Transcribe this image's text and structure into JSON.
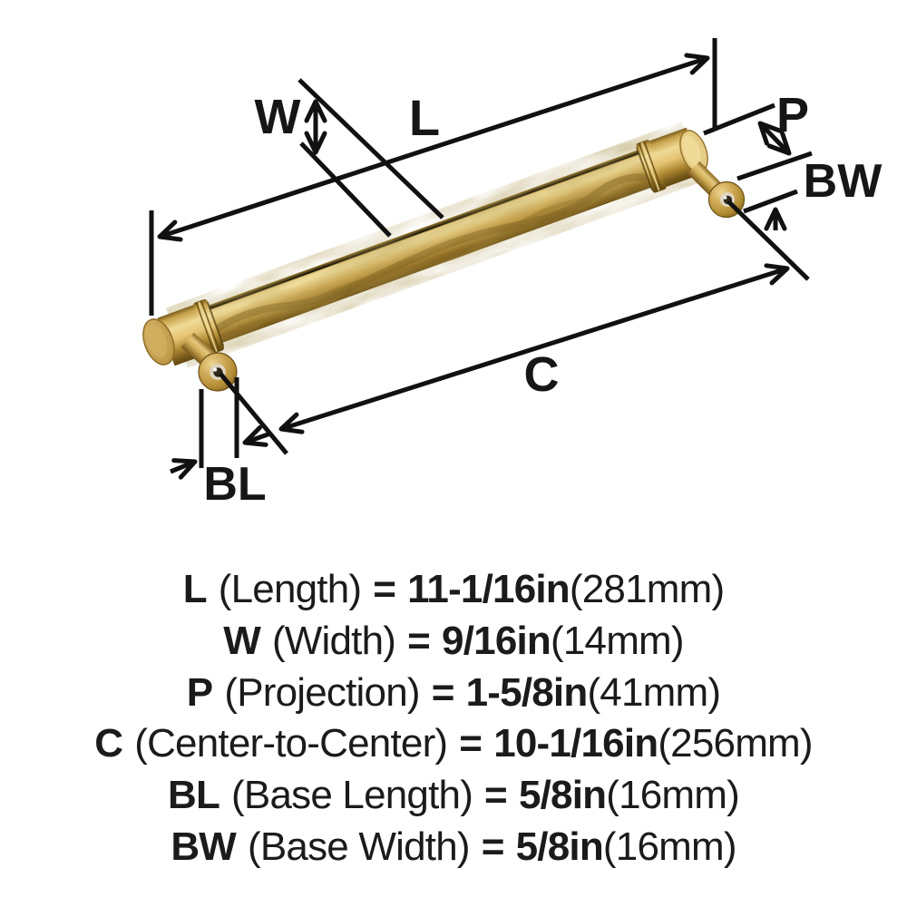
{
  "diagram": {
    "labels": {
      "w": "W",
      "l": "L",
      "p": "P",
      "bw": "BW",
      "c": "C",
      "bl": "BL"
    },
    "colors": {
      "line": "#111111",
      "brass_base": "#c8a85a",
      "brass_highlight": "#f0da96",
      "brass_shadow": "#6e5316",
      "screw_hole": "#2f2817"
    }
  },
  "specs": [
    {
      "abbr": "L",
      "name": "(Length)",
      "equals": "=",
      "value": "11-1/16in",
      "metric": "(281mm)"
    },
    {
      "abbr": "W",
      "name": "(Width)",
      "equals": "=",
      "value": "9/16in",
      "metric": "(14mm)"
    },
    {
      "abbr": "P",
      "name": "(Projection)",
      "equals": "=",
      "value": "1-5/8in",
      "metric": "(41mm)"
    },
    {
      "abbr": "C",
      "name": "(Center-to-Center)",
      "equals": "=",
      "value": "10-1/16in",
      "metric": "(256mm)"
    },
    {
      "abbr": "BL",
      "name": "(Base Length)",
      "equals": "=",
      "value": "5/8in",
      "metric": "(16mm)"
    },
    {
      "abbr": "BW",
      "name": "(Base Width)",
      "equals": "=",
      "value": "5/8in",
      "metric": "(16mm)"
    }
  ]
}
